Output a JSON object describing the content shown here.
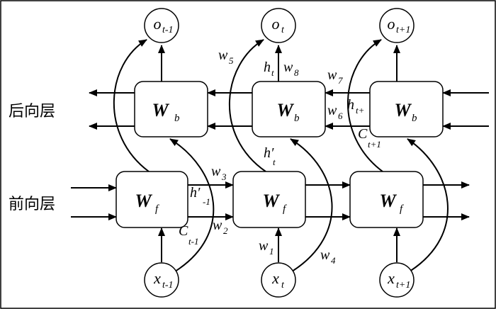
{
  "layers": {
    "backward": "后向层",
    "forward": "前向层"
  },
  "cells": {
    "backward": [
      {
        "main": "W",
        "sub": "b"
      },
      {
        "main": "W",
        "sub": "b"
      },
      {
        "main": "W",
        "sub": "b"
      }
    ],
    "forward": [
      {
        "main": "W",
        "sub": "f"
      },
      {
        "main": "W",
        "sub": "f"
      },
      {
        "main": "W",
        "sub": "f"
      }
    ]
  },
  "outputs": [
    {
      "main": "o",
      "sub": "t-1"
    },
    {
      "main": "o",
      "sub": "t"
    },
    {
      "main": "o",
      "sub": "t+1"
    }
  ],
  "inputs": [
    {
      "main": "x",
      "sub": "t-1"
    },
    {
      "main": "x",
      "sub": "t"
    },
    {
      "main": "x",
      "sub": "t+1"
    }
  ],
  "weights": {
    "w1": {
      "main": "w",
      "sub": "1"
    },
    "w2": {
      "main": "w",
      "sub": "2"
    },
    "w3": {
      "main": "w",
      "sub": "3"
    },
    "w4": {
      "main": "w",
      "sub": "4"
    },
    "w5": {
      "main": "w",
      "sub": "5"
    },
    "w6": {
      "main": "w",
      "sub": "6"
    },
    "w7": {
      "main": "w",
      "sub": "7"
    },
    "w8": {
      "main": "w",
      "sub": "8"
    }
  },
  "states": {
    "h_t": {
      "main": "h",
      "sub": "t"
    },
    "h_t_plus": {
      "main": "h",
      "sub": "t+"
    },
    "c_t_plus1": {
      "main": "C",
      "sub": "t+1"
    },
    "h_prime_t": {
      "main": "h′",
      "sub": "t"
    },
    "h_prime_minus1": {
      "main": "h′",
      "sub": "-1"
    },
    "c_t_minus1": {
      "main": "C",
      "sub": "t-1"
    }
  }
}
